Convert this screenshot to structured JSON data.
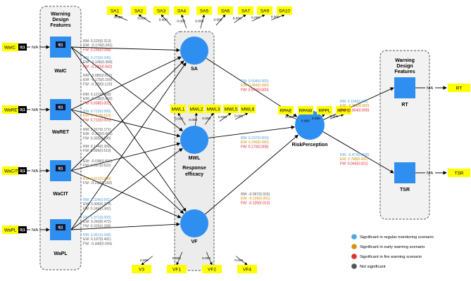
{
  "colors": {
    "regular": "#4a9fe0",
    "early": "#d58a00",
    "fire": "#e0202a",
    "ns": "#555555",
    "indicator_fill": "#ffff00",
    "node": "#2f8ff0"
  },
  "left_group": {
    "title_line1": "Warning",
    "title_line2": "Design",
    "title_line3": "Features"
  },
  "right_group": {
    "title_line1": "Warning",
    "title_line2": "Design",
    "title_line3": "Features"
  },
  "center_group": {
    "title_line1": "Response",
    "title_line2": "efficacy"
  },
  "left_nodes": [
    {
      "id": "WaIC",
      "label": "WaIC",
      "input": "WaIC",
      "box": "0|1",
      "na": "N/A"
    },
    {
      "id": "WaRET",
      "label": "WaRET",
      "input": "WaRET",
      "box": "0|1",
      "na": "N/A"
    },
    {
      "id": "WaCIT",
      "label": "WaCIT",
      "input": "WaCIT",
      "box": "0|1",
      "na": "N/A"
    },
    {
      "id": "WaPL",
      "label": "WaPL",
      "input": "WaPL",
      "box": "0|1",
      "na": "N/A"
    }
  ],
  "constructs": {
    "SA": "SA",
    "MWL": "MWL",
    "VF": "VF",
    "RiskPerception": "RiskPerception",
    "RT": "RT",
    "TSR": "TSR"
  },
  "right_outputs": [
    {
      "label": "RT",
      "na": "N/A"
    },
    {
      "label": "TSR",
      "na": "N/A"
    }
  ],
  "sa_indicators": [
    "SA1",
    "SA2",
    "SA3",
    "SA4",
    "SA5",
    "SA6",
    "SA7",
    "SA9",
    "SA10"
  ],
  "sa_loadings": [
    "0.000",
    "0.000",
    "0.000",
    "0.000",
    "0.000",
    "0.000",
    "0.000",
    "0.000",
    "0.000"
  ],
  "mwl_indicators": [
    "MWL1",
    "MWL2",
    "MWL3",
    "MWL5",
    "MWL6"
  ],
  "mwl_loadings": [
    "0.000",
    "0.000",
    "0.000",
    "0.000",
    "0.000"
  ],
  "rp_indicators": [
    "RPAE",
    "RPAW",
    "RPPL",
    "RPPS"
  ],
  "rp_loadings": [
    "0.000",
    "0.000",
    "0.000",
    "0.000"
  ],
  "vf_indicators": [
    "V3",
    "VF1",
    "VF2",
    "VF4"
  ],
  "vf_loadings": [
    "0.000",
    "0.000",
    "0.000",
    "0.000"
  ],
  "path_labels": {
    "waic_sa": [
      {
        "text": "RM: 0.223(0.213)",
        "c": "ns"
      },
      {
        "text": "EW: -0.174(0.241)",
        "c": "ns"
      },
      {
        "text": "FW: 0.236(0.048)",
        "c": "fire"
      }
    ],
    "waic_mwl": [
      {
        "text": "RM: 0.273(0.045)",
        "c": "regular"
      },
      {
        "text": "EW: -0.105(0.399)",
        "c": "ns"
      },
      {
        "text": "FW: -0.260(0.042)",
        "c": "fire"
      }
    ],
    "waic_vf": [
      {
        "text": "RM: -0.085(0.651)",
        "c": "ns"
      },
      {
        "text": "EW: -0.175(0.169)",
        "c": "ns"
      },
      {
        "text": "FW: -0.228(0.120)",
        "c": "ns"
      }
    ],
    "waret_sa": [
      {
        "text": "RM: 0.127(0.468)",
        "c": "ns"
      },
      {
        "text": "EW: -0.135(0.416)",
        "c": "ns"
      },
      {
        "text": "FW: 0.558(0.001)",
        "c": "fire"
      }
    ],
    "waret_mwl": [
      {
        "text": "RM: 0.713(0.000)",
        "c": "regular"
      },
      {
        "text": "EW: 0.410(0.013)",
        "c": "early"
      },
      {
        "text": "FW: 0.712(0.000)",
        "c": "fire"
      }
    ],
    "waret_vf": [
      {
        "text": "RM: 0.317(0.171)",
        "c": "ns"
      },
      {
        "text": "EW: -0.300(0.061)",
        "c": "ns"
      },
      {
        "text": "FW: 0.305(0.090)",
        "c": "ns"
      }
    ],
    "wacit_sa": [
      {
        "text": "RM: 0.144(0.391)",
        "c": "ns"
      },
      {
        "text": "FW: 0.096(0.519)",
        "c": "ns"
      }
    ],
    "wacit_mwl": [
      {
        "text": "EW: -0.038(0.819)",
        "c": "ns"
      },
      {
        "text": "FW: 0.097(0.522)",
        "c": "ns"
      }
    ],
    "wacit_vf": [
      {
        "text": "EW: 0.611(0.000)",
        "c": "early"
      },
      {
        "text": "FW: -0.232(0.183)",
        "c": "ns"
      }
    ],
    "wapl_sa": [
      {
        "text": "RM: 1.324(0.001)",
        "c": "regular"
      },
      {
        "text": "EW: 0.306(0.274)",
        "c": "ns"
      },
      {
        "text": "FW: 0.344(0.342)",
        "c": "ns"
      }
    ],
    "wapl_mwl": [
      {
        "text": "RM: 1.371(0.000)",
        "c": "regular"
      },
      {
        "text": "EW: 0.243(0.472)",
        "c": "ns"
      },
      {
        "text": "FW: 0.325(0.338)",
        "c": "ns"
      }
    ],
    "wapl_vf": [
      {
        "text": "RM: 0.461(0.048)",
        "c": "regular"
      },
      {
        "text": "EW: 0.197(0.401)",
        "c": "ns"
      },
      {
        "text": "FW: -0.448(0.094)",
        "c": "ns"
      }
    ],
    "sa_rp": [
      {
        "text": "RM: 0.504(0.000)",
        "c": "regular"
      },
      {
        "text": "EW: 0.494(0.000)",
        "c": "early"
      },
      {
        "text": "FW: 0.576(0.000)",
        "c": "fire"
      }
    ],
    "mwl_rp": [
      {
        "text": "RM: 0.237(0.004)",
        "c": "regular"
      },
      {
        "text": "EW: 0.249(0.000)",
        "c": "early"
      },
      {
        "text": "FW: 0.170(0.008)",
        "c": "fire"
      }
    ],
    "vf_rp": [
      {
        "text": "RM: -0.097(0.315)",
        "c": "ns"
      },
      {
        "text": "EW: -0.126(0.001)",
        "c": "early"
      },
      {
        "text": "FW: -0.139(0.013)",
        "c": "fire"
      }
    ],
    "rp_rt": [
      {
        "text": "RM: 0.154(0.031)",
        "c": "regular"
      },
      {
        "text": "EW: -0.256(0.000)",
        "c": "early"
      },
      {
        "text": "FW: -0.364(0.000)",
        "c": "fire"
      }
    ],
    "rp_tsr": [
      {
        "text": "RM: -0.473(0.000)",
        "c": "regular"
      },
      {
        "text": "EW: 0.788(0.001)",
        "c": "early"
      },
      {
        "text": "FW: 0.045(0.021)",
        "c": "fire"
      }
    ]
  },
  "legend": [
    {
      "text": "Significant in regular monitoring scenario",
      "color": "#4aa8e6"
    },
    {
      "text": "Significant in early warning scenario",
      "color": "#d8921a"
    },
    {
      "text": "Significant in fire warning scenario",
      "color": "#e0302a"
    },
    {
      "text": "Not significant",
      "color": "#555555"
    }
  ]
}
